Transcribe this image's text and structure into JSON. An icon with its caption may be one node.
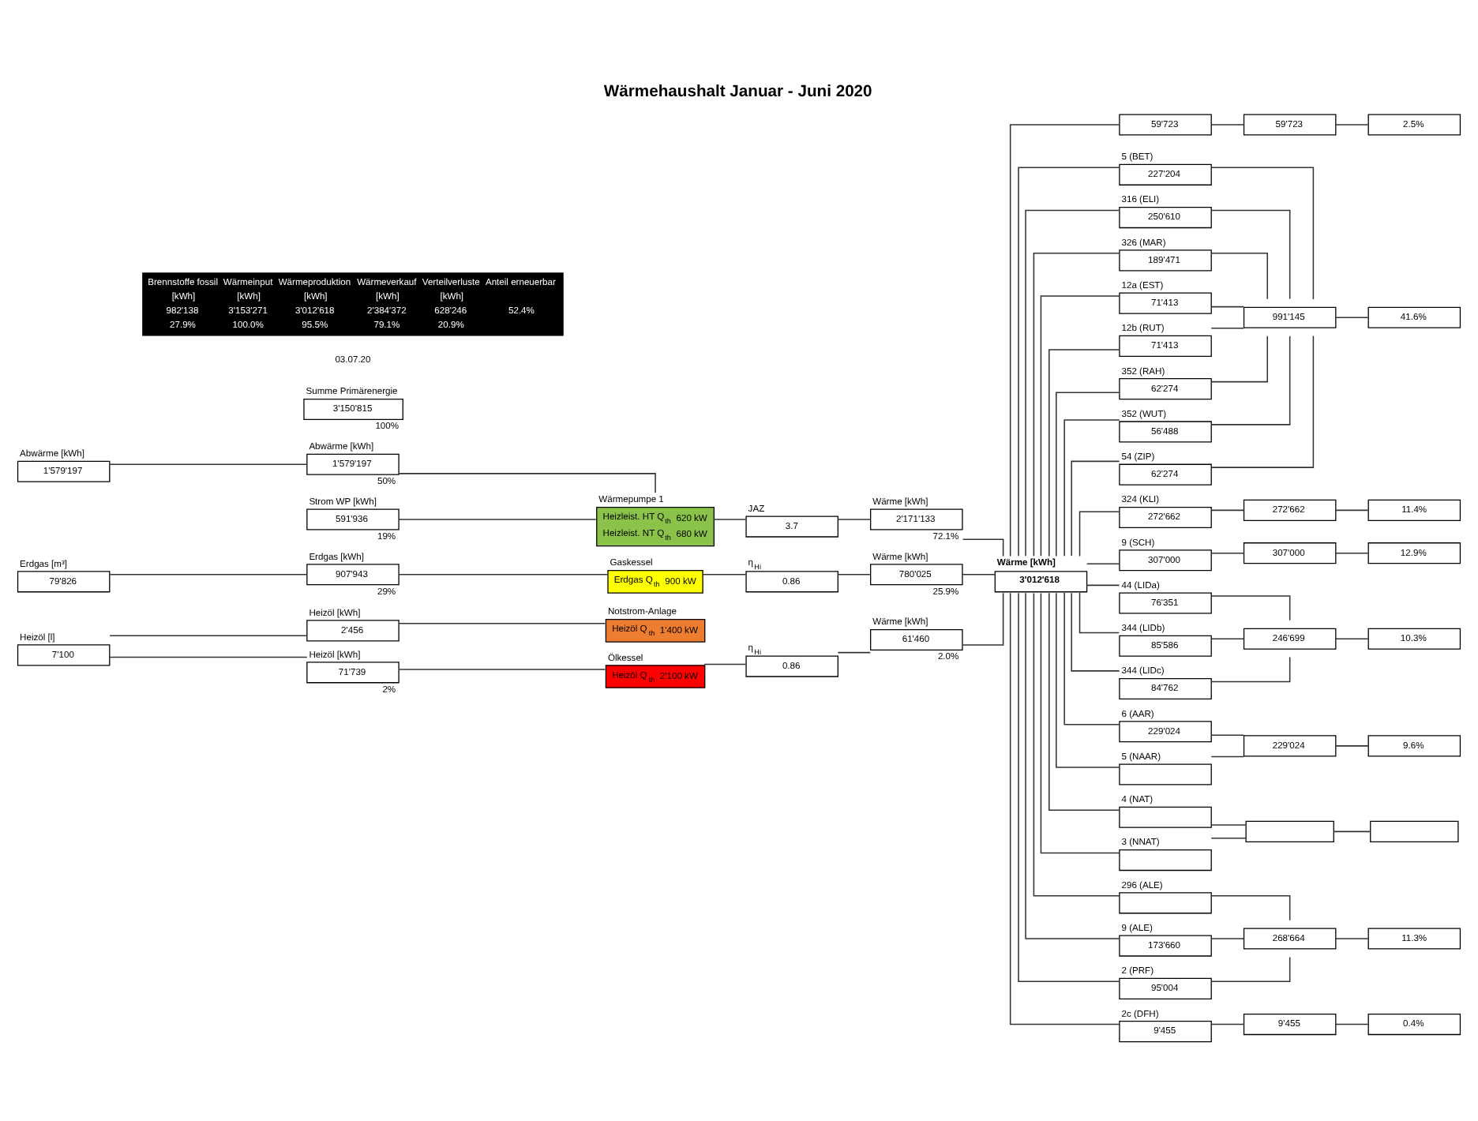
{
  "diagram": {
    "title": "Wärmehaushalt Januar - Juni 2020",
    "nodes": [
      {
        "text": [
          "Abwärme [kWh]",
          "1'579'197"
        ]
      },
      {
        "text": [
          "Abwärme [kWh]",
          "1'579'197"
        ],
        "beside": [
          "50%"
        ]
      },
      {
        "text": [
          "Strom WP [kWh]",
          "591'936"
        ],
        "beside": [
          "19%"
        ]
      },
      {
        "text": [
          "Wärmepumpe 1",
          "Heizleist. HT Q$_{th}$",
          "620 kW",
          "Heizleist. NT Q$_{th}$",
          "680 kW"
        ]
      },
      {
        "text": [
          "JAZ",
          "3.7"
        ]
      },
      {
        "text": [
          "Wärme [kWh]",
          "2'171'133"
        ],
        "beside": [
          "72.1%"
        ]
      },
      {
        "text": [
          "Erdgas [m³]",
          "79'826"
        ]
      },
      {
        "text": [
          "Erdgas [kWh]",
          "907'943"
        ],
        "beside": [
          "29%"
        ]
      },
      {
        "text": [
          "Gaskessel",
          "Erdgas Q$_{th}$",
          "900 kW"
        ]
      },
      {
        "text": [
          "η$_{Hi}$",
          "0.86"
        ]
      },
      {
        "text": [
          "Wärme [kWh]",
          "780'025"
        ],
        "beside": [
          "25.9%"
        ]
      },
      {
        "text": [
          "Heizöl [l]",
          "7'100"
        ]
      },
      {
        "text": [
          "Heizöl [kWh]",
          "2'456"
        ]
      },
      {
        "text": [
          "Notstrom-Anlage",
          "Heizöl Q$_{th}$",
          "1'400 kW"
        ]
      },
      {
        "text": [
          "Heizöl [kWh]",
          "71'739"
        ],
        "beside": [
          "2%"
        ]
      },
      {
        "text": [
          "Ölkessel",
          "Heizöl Q$_{th}$",
          "2'100 kW"
        ]
      },
      {
        "text": [
          "η$_{Hi}$",
          "0.86"
        ]
      },
      {
        "text": [
          "Wärme [kWh]",
          "61'460"
        ],
        "beside": [
          "2.0%"
        ]
      },
      {
        "text": [
          "Summe Primärenergie",
          "3'150'815"
        ],
        "beside": [
          "100%"
        ]
      },
      {
        "text": [
          "Wärme [kWh]",
          "3'012'618"
        ]
      },
      {
        "text": [
          "59'723"
        ]
      },
      {
        "text": [
          "5 (BET)",
          "227'204"
        ]
      },
      {
        "text": [
          "316 (ELI)",
          "250'610"
        ]
      },
      {
        "text": [
          "326 (MAR)",
          "189'471"
        ]
      },
      {
        "text": [
          "12a (EST)",
          "71'413"
        ]
      },
      {
        "text": [
          "12b (RUT)",
          "71'413"
        ]
      },
      {
        "text": [
          "352 (RAH)",
          "62'274"
        ]
      },
      {
        "text": [
          "352 (WUT)",
          "56'488"
        ]
      },
      {
        "text": [
          "54 (ZIP)",
          "62'274"
        ]
      },
      {
        "text": [
          "324 (KLI)",
          "272'662"
        ]
      },
      {
        "text": [
          "9 (SCH)",
          "307'000"
        ]
      },
      {
        "text": [
          "44 (LIDa)",
          "76'351"
        ]
      },
      {
        "text": [
          "344 (LIDb)",
          "85'586"
        ]
      },
      {
        "text": [
          "344 (LIDc)",
          "84'762"
        ]
      },
      {
        "text": [
          "6 (AAR)",
          "229'024"
        ]
      },
      {
        "text": [
          "5 (NAAR)"
        ]
      },
      {
        "text": [
          "4 (NAT)"
        ]
      },
      {
        "text": [
          "3 (NNAT)"
        ]
      },
      {
        "text": [
          "296 (ALE)"
        ]
      },
      {
        "text": [
          "9 (ALE)",
          "173'660"
        ]
      },
      {
        "text": [
          "2 (PRF)",
          "95'004"
        ]
      },
      {
        "text": [
          "2c (DFH)",
          "9'455"
        ]
      },
      {
        "text": [
          "59'723"
        ]
      },
      {
        "text": [
          "2.5%"
        ]
      },
      {
        "text": [
          "991'145"
        ]
      },
      {
        "text": [
          "41.6%"
        ]
      },
      {
        "text": [
          "272'662"
        ]
      },
      {
        "text": [
          "11.4%"
        ]
      },
      {
        "text": [
          "307'000"
        ]
      },
      {
        "text": [
          "12.9%"
        ]
      },
      {
        "text": [
          "246'699"
        ]
      },
      {
        "text": [
          "10.3%"
        ]
      },
      {
        "text": [
          "229'024"
        ]
      },
      {
        "text": [
          "9.6%"
        ]
      },
      {
        "text": [],
        "shape": "box"
      },
      {
        "text": [],
        "shape": "box"
      },
      {
        "text": [
          "268'664"
        ]
      },
      {
        "text": [
          "11.3%"
        ]
      },
      {
        "text": [
          "9'455"
        ]
      },
      {
        "text": [
          "0.4%"
        ]
      }
    ],
    "edges": [
      {
        "from": 0,
        "to": 1,
        "arrow": "none"
      },
      {
        "from": 1,
        "to": 3,
        "arrow": "none"
      },
      {
        "from": 2,
        "to": 3,
        "arrow": "none"
      },
      {
        "from": 3,
        "to": 4,
        "arrow": "none"
      },
      {
        "from": 4,
        "to": 5,
        "arrow": "none"
      },
      {
        "from": 5,
        "to": 19,
        "arrow": "none"
      },
      {
        "from": 6,
        "to": 7,
        "arrow": "none"
      },
      {
        "from": 7,
        "to": 8,
        "arrow": "none"
      },
      {
        "from": 8,
        "to": 9,
        "arrow": "none"
      },
      {
        "from": 9,
        "to": 10,
        "arrow": "none"
      },
      {
        "from": 10,
        "to": 19,
        "arrow": "none"
      },
      {
        "from": 11,
        "to": 12,
        "arrow": "none"
      },
      {
        "from": 11,
        "to": 14,
        "arrow": "none"
      },
      {
        "from": 12,
        "to": 13,
        "arrow": "none"
      },
      {
        "from": 14,
        "to": 15,
        "arrow": "none"
      },
      {
        "from": 15,
        "to": 16,
        "arrow": "none"
      },
      {
        "from": 16,
        "to": 17,
        "arrow": "none"
      },
      {
        "from": 17,
        "to": 19,
        "arrow": "none"
      },
      {
        "from": 19,
        "to": 20,
        "arrow": "none"
      },
      {
        "from": 19,
        "to": 21,
        "arrow": "none"
      },
      {
        "from": 19,
        "to": 22,
        "arrow": "none"
      },
      {
        "from": 19,
        "to": 23,
        "arrow": "none"
      },
      {
        "from": 19,
        "to": 24,
        "arrow": "none"
      },
      {
        "from": 19,
        "to": 25,
        "arrow": "none"
      },
      {
        "from": 19,
        "to": 26,
        "arrow": "none"
      },
      {
        "from": 19,
        "to": 27,
        "arrow": "none"
      },
      {
        "from": 19,
        "to": 28,
        "arrow": "none"
      },
      {
        "from": 19,
        "to": 29,
        "arrow": "none"
      },
      {
        "from": 19,
        "to": 30,
        "arrow": "none"
      },
      {
        "from": 19,
        "to": 31,
        "arrow": "none"
      },
      {
        "from": 19,
        "to": 32,
        "arrow": "none"
      },
      {
        "from": 19,
        "to": 33,
        "arrow": "none"
      },
      {
        "from": 19,
        "to": 34,
        "arrow": "none"
      },
      {
        "from": 19,
        "to": 35,
        "arrow": "none"
      },
      {
        "from": 19,
        "to": 36,
        "arrow": "none"
      },
      {
        "from": 19,
        "to": 37,
        "arrow": "none"
      },
      {
        "from": 19,
        "to": 38,
        "arrow": "none"
      },
      {
        "from": 19,
        "to": 39,
        "arrow": "none"
      },
      {
        "from": 19,
        "to": 40,
        "arrow": "none"
      },
      {
        "from": 19,
        "to": 41,
        "arrow": "none"
      },
      {
        "from": 20,
        "to": 42,
        "arrow": "none"
      },
      {
        "from": 21,
        "to": 44,
        "arrow": "none"
      },
      {
        "from": 22,
        "to": 44,
        "arrow": "none"
      },
      {
        "from": 23,
        "to": 44,
        "arrow": "none"
      },
      {
        "from": 24,
        "to": 44,
        "arrow": "none"
      },
      {
        "from": 25,
        "to": 44,
        "arrow": "none"
      },
      {
        "from": 26,
        "to": 44,
        "arrow": "none"
      },
      {
        "from": 27,
        "to": 44,
        "arrow": "none"
      },
      {
        "from": 28,
        "to": 44,
        "arrow": "none"
      },
      {
        "from": 29,
        "to": 46,
        "arrow": "none"
      },
      {
        "from": 30,
        "to": 48,
        "arrow": "none"
      },
      {
        "from": 31,
        "to": 50,
        "arrow": "none"
      },
      {
        "from": 32,
        "to": 50,
        "arrow": "none"
      },
      {
        "from": 33,
        "to": 50,
        "arrow": "none"
      },
      {
        "from": 34,
        "to": 52,
        "arrow": "none"
      },
      {
        "from": 35,
        "to": 52,
        "arrow": "none"
      },
      {
        "from": 36,
        "to": 54,
        "arrow": "none"
      },
      {
        "from": 37,
        "to": 54,
        "arrow": "none"
      },
      {
        "from": 38,
        "to": 56,
        "arrow": "none"
      },
      {
        "from": 39,
        "to": 56,
        "arrow": "none"
      },
      {
        "from": 40,
        "to": 56,
        "arrow": "none"
      },
      {
        "from": 41,
        "to": 58,
        "arrow": "none"
      },
      {
        "from": 42,
        "to": 43,
        "arrow": "none"
      },
      {
        "from": 44,
        "to": 45,
        "arrow": "none"
      },
      {
        "from": 46,
        "to": 47,
        "arrow": "none"
      },
      {
        "from": 48,
        "to": 49,
        "arrow": "none"
      },
      {
        "from": 50,
        "to": 51,
        "arrow": "none"
      },
      {
        "from": 52,
        "to": 53,
        "arrow": "none"
      },
      {
        "from": 54,
        "to": 55,
        "arrow": "none"
      },
      {
        "from": 56,
        "to": 57,
        "arrow": "none"
      },
      {
        "from": 58,
        "to": 59,
        "arrow": "none"
      }
    ],
    "labels": [
      "03.07.20",
      "Brennstoffe fossil",
      "Wärmeinput",
      "Wärmeproduktion",
      "Wärmeverkauf",
      "Verteilverluste",
      "Anteil erneuerbar",
      "[kWh]",
      "[kWh]",
      "[kWh]",
      "[kWh]",
      "[kWh]",
      "982'138",
      "3'153'271",
      "3'012'618",
      "2'384'372",
      "628'246",
      "52.4%",
      "27.9%",
      "100.0%",
      "95.5%",
      "79.1%",
      "20.9%"
    ]
  }
}
